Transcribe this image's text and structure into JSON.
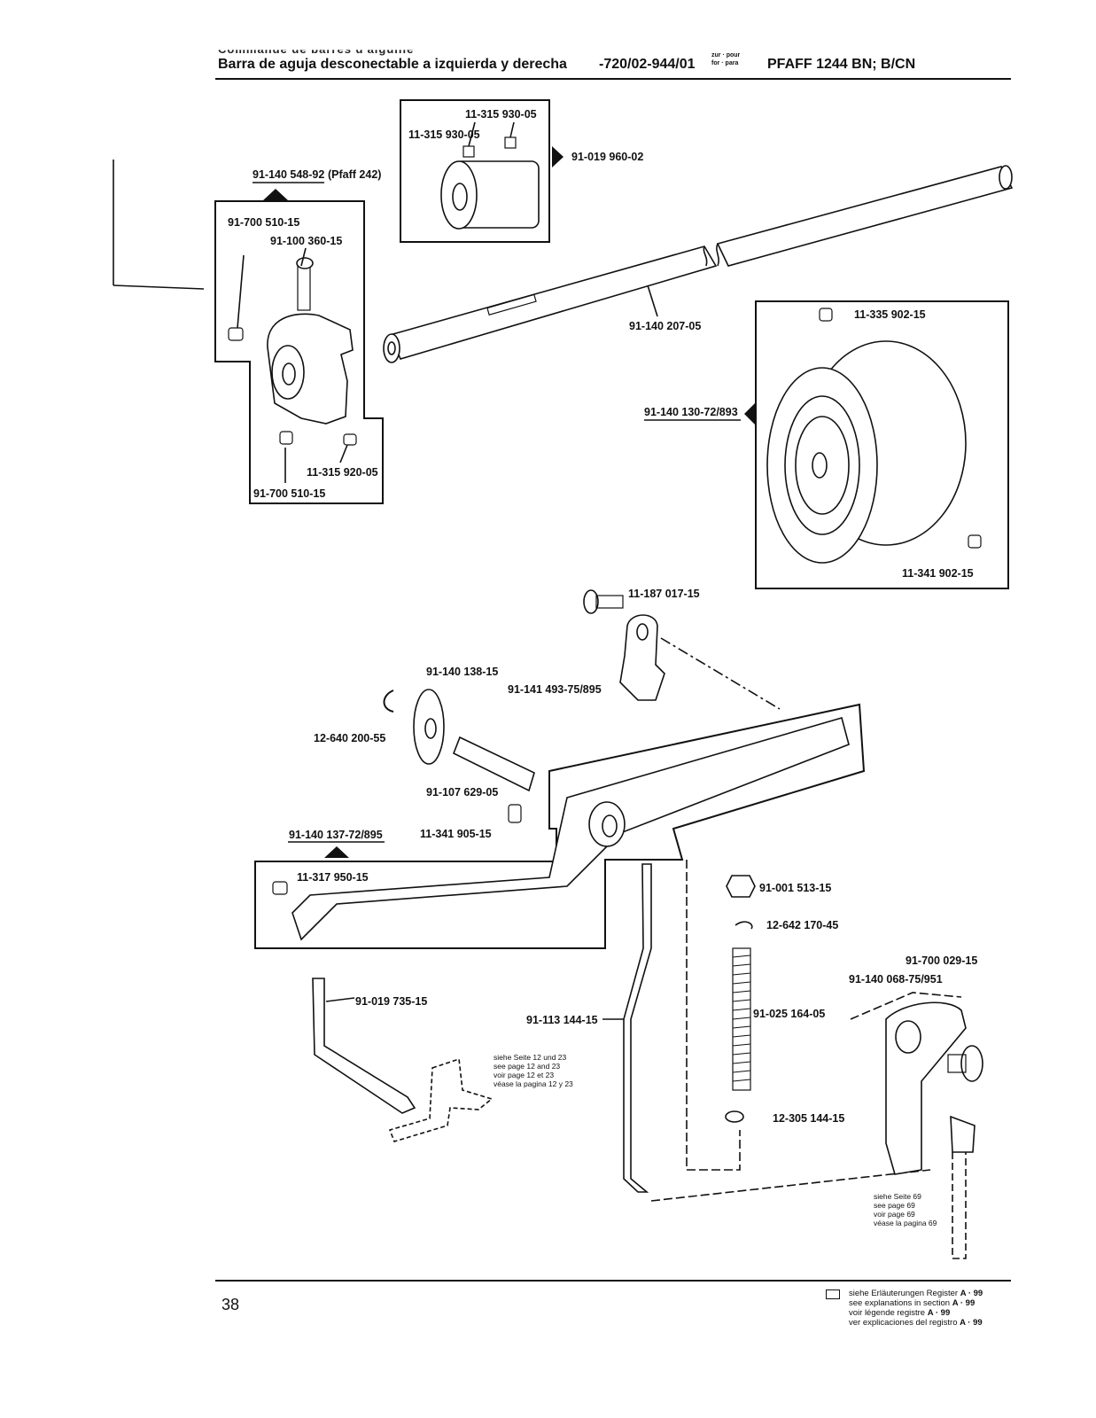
{
  "header": {
    "cut_title": "Commande de barres d'aiguille",
    "title": "Barra de aguja desconectable a izquierda y derecha",
    "code": "-720/02-944/01",
    "for_label_1": "zur · pour",
    "for_label_2": "for · para",
    "model": "PFAFF 1244 BN; B/CN"
  },
  "parts": {
    "p01": "11-315 930-05",
    "p02": "11-315 930-05",
    "p03": "91-019 960-02",
    "p04": "91-140 548-92",
    "p04b": "(Pfaff 242)",
    "p05": "91-700 510-15",
    "p06": "91-100 360-15",
    "p07": "11-315 920-05",
    "p08": "91-700 510-15",
    "p09": "91-140 207-05",
    "p10": "11-335 902-15",
    "p11": "91-140 130-72/893",
    "p12": "11-341 902-15",
    "p13": "11-187 017-15",
    "p14": "91-140 138-15",
    "p15": "91-141 493-75/895",
    "p16": "12-640 200-55",
    "p17": "91-107 629-05",
    "p18": "11-341 905-15",
    "p19": "91-140 137-72/895",
    "p20": "11-317 950-15",
    "p21": "91-001 513-15",
    "p22": "12-642 170-45",
    "p23": "91-700 029-15",
    "p24": "91-140 068-75/951",
    "p25": "91-025 164-05",
    "p26": "91-019 735-15",
    "p27": "91-113 144-15",
    "p28": "12-305 144-15"
  },
  "notes": {
    "ref_12_23": [
      "siehe Seite 12  und 23",
      "see page 12  and 23",
      "voir page 12  et 23",
      "véase la pagina 12  y 23"
    ],
    "ref_69": [
      "siehe Seite 69",
      "see page 69",
      "voir page 69",
      "véase la pagina 69"
    ]
  },
  "footer": {
    "page_number": "38",
    "legend": [
      "siehe Erläuterungen Register",
      "see explanations in section",
      "voir légende registre",
      "ver explicaciones del registro"
    ],
    "legend_ref": "A · 99"
  }
}
